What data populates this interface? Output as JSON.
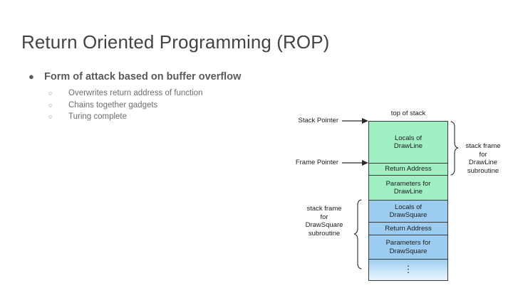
{
  "slide": {
    "title": "Return Oriented Programming (ROP)",
    "bullets": [
      {
        "marker": "●",
        "text": "Form of attack based on buffer overflow",
        "children": [
          {
            "marker": "○",
            "text": "Overwrites return address of function"
          },
          {
            "marker": "○",
            "text": "Chains together gadgets"
          },
          {
            "marker": "○",
            "text": "Turing complete"
          }
        ]
      }
    ]
  },
  "diagram": {
    "top_caption": "top of stack",
    "pointers": [
      {
        "label": "Stack Pointer"
      },
      {
        "label": "Frame Pointer"
      }
    ],
    "cells": [
      {
        "lines": [
          "Locals of",
          "DrawLine"
        ],
        "color": "green"
      },
      {
        "lines": [
          "Return Address"
        ],
        "color": "green"
      },
      {
        "lines": [
          "Parameters for",
          "DrawLine"
        ],
        "color": "green"
      },
      {
        "lines": [
          "Locals of",
          "DrawSquare"
        ],
        "color": "blue"
      },
      {
        "lines": [
          "Return Address"
        ],
        "color": "blue"
      },
      {
        "lines": [
          "Parameters for",
          "DrawSquare"
        ],
        "color": "blue"
      },
      {
        "lines": [
          "⋮"
        ],
        "color": "fade"
      }
    ],
    "frame_right": [
      "stack frame",
      "for",
      "DrawLine",
      "subroutine"
    ],
    "frame_left": [
      "stack frame",
      "for",
      "DrawSquare",
      "subroutine"
    ],
    "colors": {
      "green": "#9fefc2",
      "blue": "#9ccdf0",
      "stroke": "#3a3a3a"
    }
  }
}
